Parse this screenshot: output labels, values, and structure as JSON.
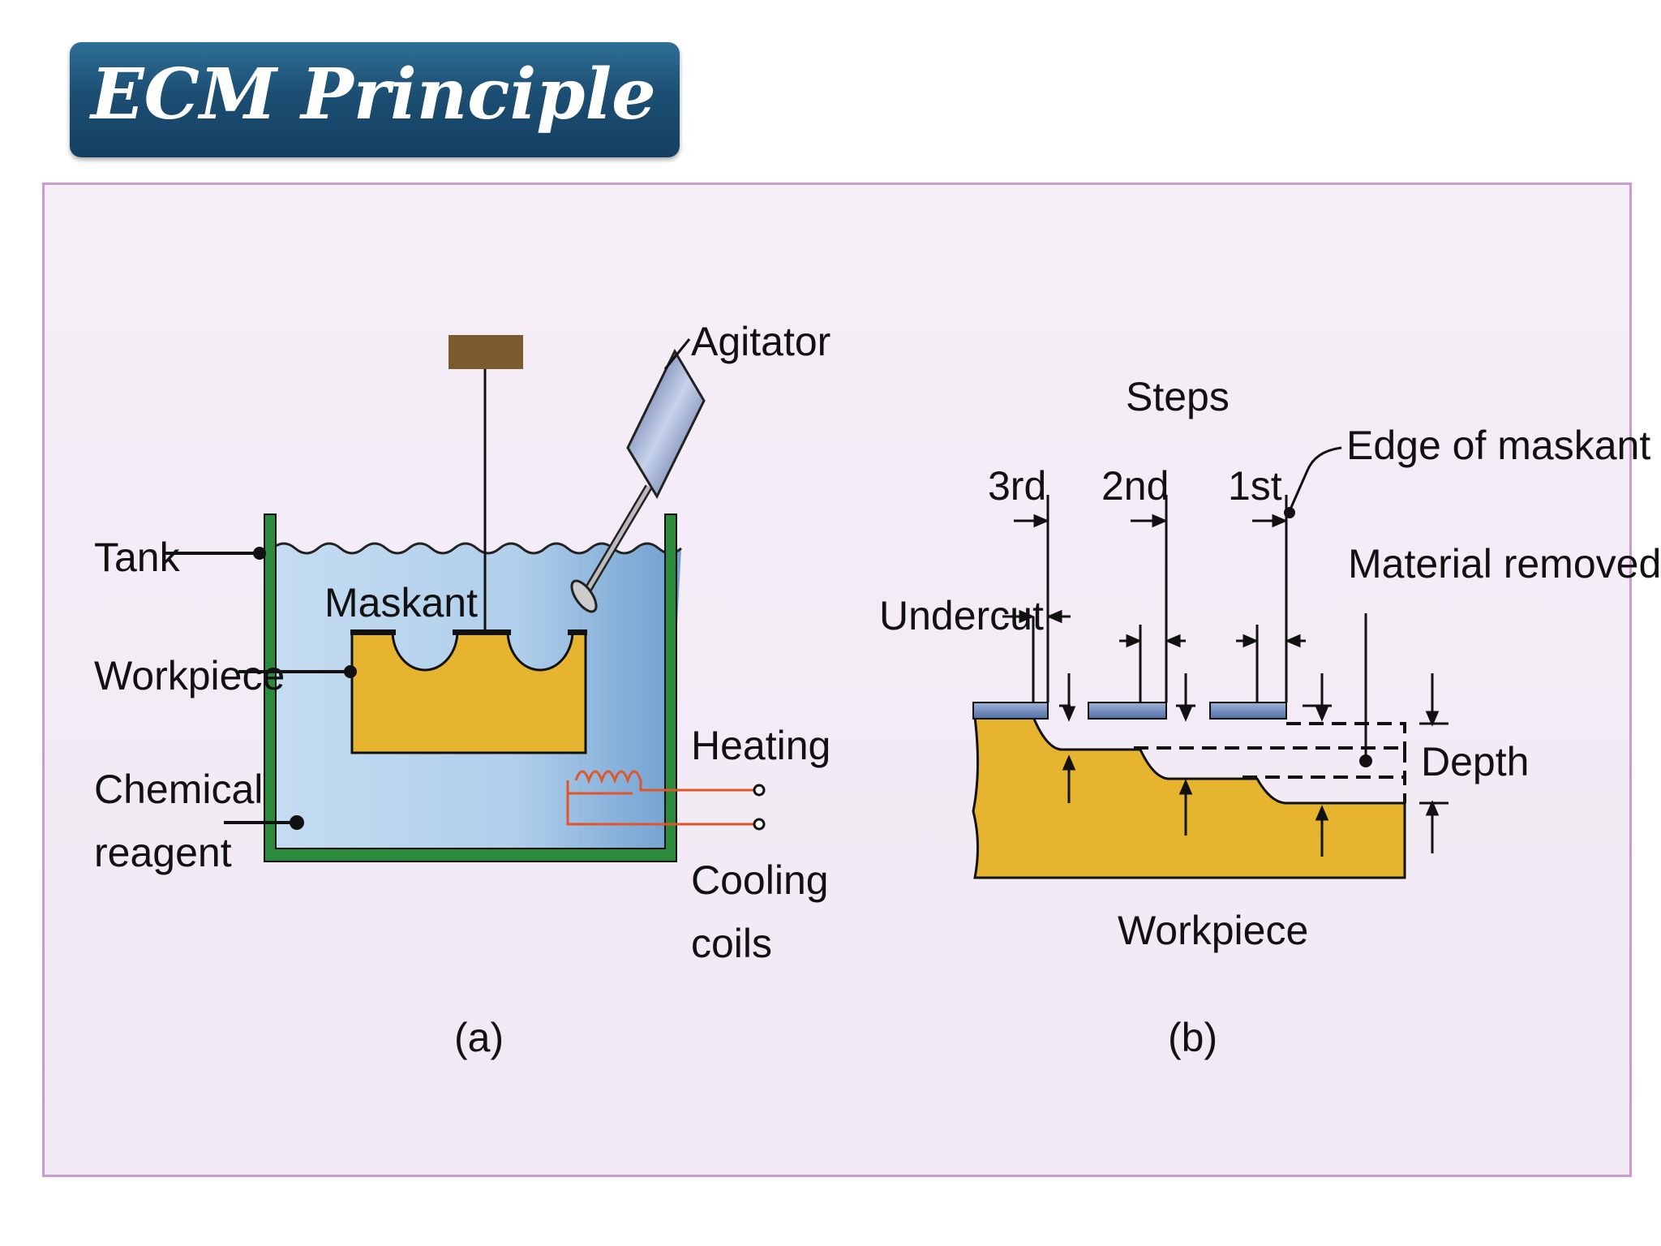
{
  "slide": {
    "title": "ECM Principle"
  },
  "diagram_a": {
    "caption": "(a)",
    "labels": {
      "agitator": "Agitator",
      "tank": "Tank",
      "maskant": "Maskant",
      "workpiece": "Workpiece",
      "chemical_1": "Chemical",
      "chemical_2": "reagent",
      "heating": "Heating",
      "cooling_1": "Cooling",
      "cooling_2": "coils"
    }
  },
  "diagram_b": {
    "caption": "(b)",
    "labels": {
      "steps": "Steps",
      "third": "3rd",
      "second": "2nd",
      "first": "1st",
      "edge_of_maskant": "Edge of maskant",
      "material_removed": "Material removed",
      "undercut": "Undercut",
      "depth": "Depth",
      "workpiece": "Workpiece"
    }
  },
  "colors": {
    "title_bg": "#1c4e73",
    "frame_border": "#cc9ad0",
    "workpiece": "#e6b42e",
    "tank_wall": "#2c8a3c",
    "liquid": "#a9cbe8",
    "maskant": "#6f8fb8",
    "coil": "#e0552a"
  }
}
